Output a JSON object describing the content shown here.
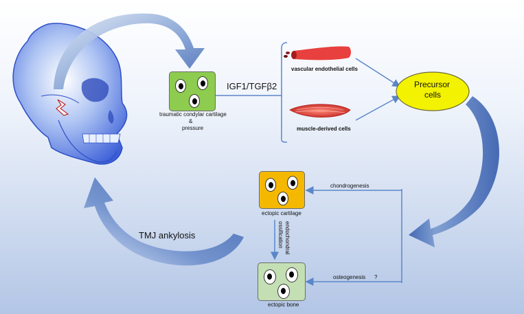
{
  "colors": {
    "cartilage_green": "#8dcc4f",
    "ectopic_cartilage": "#f5b800",
    "ectopic_bone": "#c4dfb4",
    "precursor": "#f3f200",
    "arrow_blue": "#4a72b8",
    "muscle_red": "#e23b3b"
  },
  "labels": {
    "cartilage_line1": "traumatic condylar cartilage",
    "cartilage_line2": "&",
    "cartilage_line3": "pressure",
    "signal": "IGF1/TGFβ2",
    "vascular": "vascular endothelial cells",
    "muscle": "muscle-derived cells",
    "precursor_line1": "Precursor",
    "precursor_line2": "cells",
    "chondrogenesis": "chondrogenesis",
    "ectopic_cartilage": "ectopic cartilage",
    "endochondral_line1": "endochondral",
    "endochondral_line2": "ossification",
    "osteogenesis": "osteogenesis",
    "osteogenesis_q": "?",
    "ectopic_bone": "ectopic bone",
    "tmj": "TMJ ankylosis"
  },
  "icons": [
    "skull-image",
    "fracture-icon",
    "vessel-icon",
    "muscle-icon"
  ]
}
